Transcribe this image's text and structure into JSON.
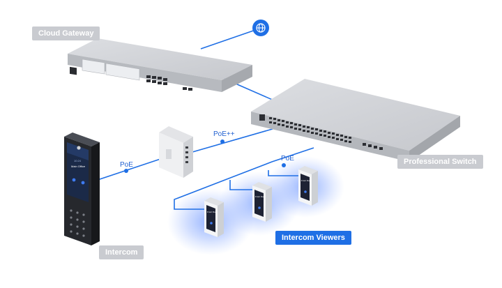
{
  "labels": {
    "cloud_gateway": "Cloud Gateway",
    "professional_switch": "Professional Switch",
    "intercom": "Intercom",
    "intercom_viewers": "Intercom Viewers"
  },
  "links": {
    "poe_intercom": "PoE",
    "poe_plus_plus": "PoE++",
    "poe_viewers": "PoE"
  },
  "intercom_screen": {
    "name": "Main Office",
    "time": "10:24"
  },
  "viewer_screen": {
    "name": "Front Door"
  },
  "colors": {
    "link": "#1f6fe5",
    "accent": "#1f6fe5",
    "label_gray": "#c9cbd0",
    "device": "#d4d6da",
    "glow": "#5b8dff"
  },
  "icons": {
    "internet": "globe-icon"
  }
}
